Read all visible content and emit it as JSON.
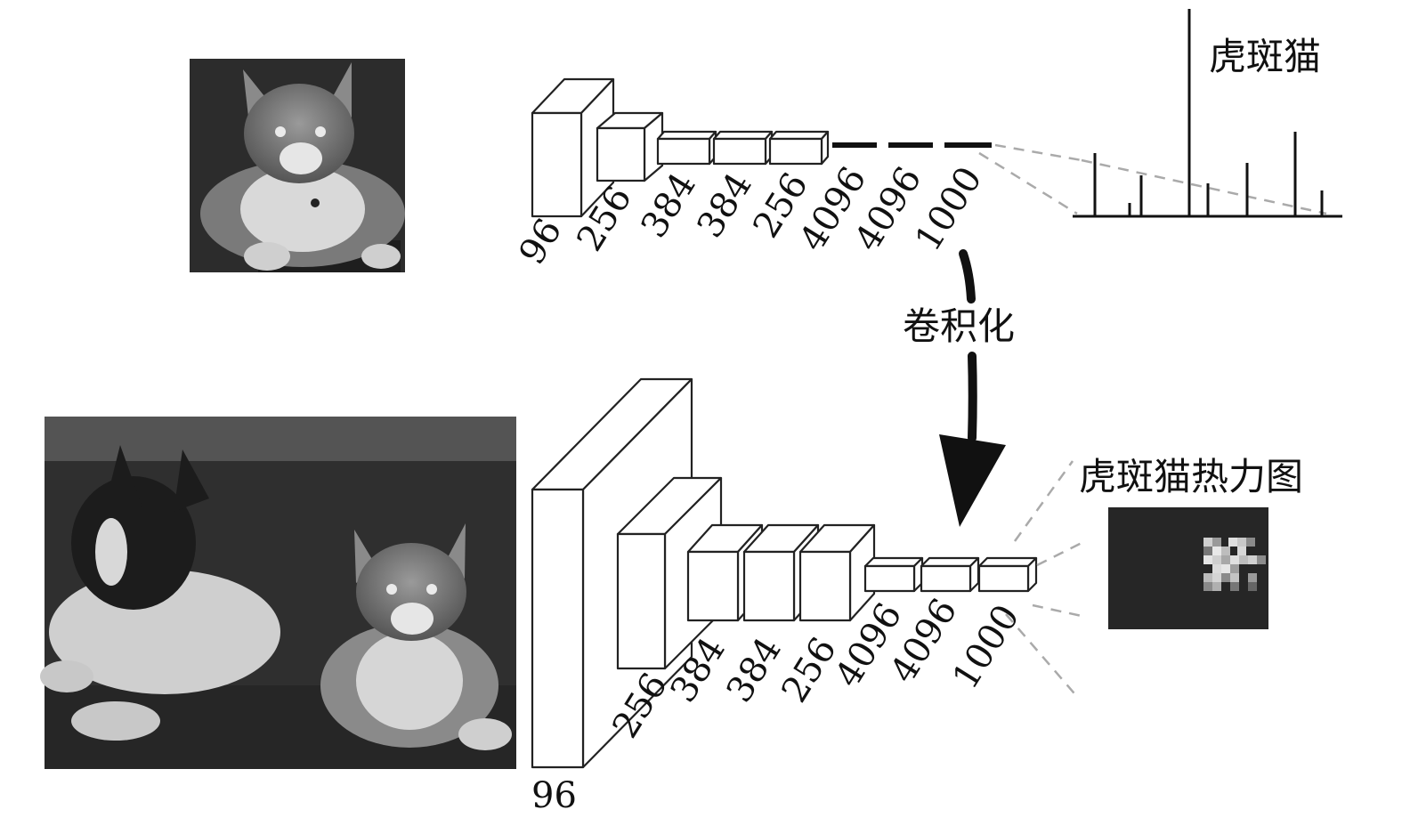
{
  "top": {
    "layers": [
      "96",
      "256",
      "384",
      "384",
      "256",
      "4096",
      "4096",
      "1000"
    ],
    "output_label": "虎斑猫"
  },
  "middle": {
    "arrow_label": "卷积化"
  },
  "bottom": {
    "layers": [
      "96",
      "256",
      "384",
      "384",
      "256",
      "4096",
      "4096",
      "1000"
    ],
    "output_label": "虎斑猫热力图"
  },
  "colors": {
    "photo_background": "#2e2e2e",
    "line": "#111111",
    "dashed_leader": "#aaaaaa"
  },
  "icons": [
    "cat-photo",
    "dog-and-cat-photo",
    "layer-block",
    "convolutionalize-arrow",
    "class-score-histogram",
    "heatmap-grid"
  ]
}
